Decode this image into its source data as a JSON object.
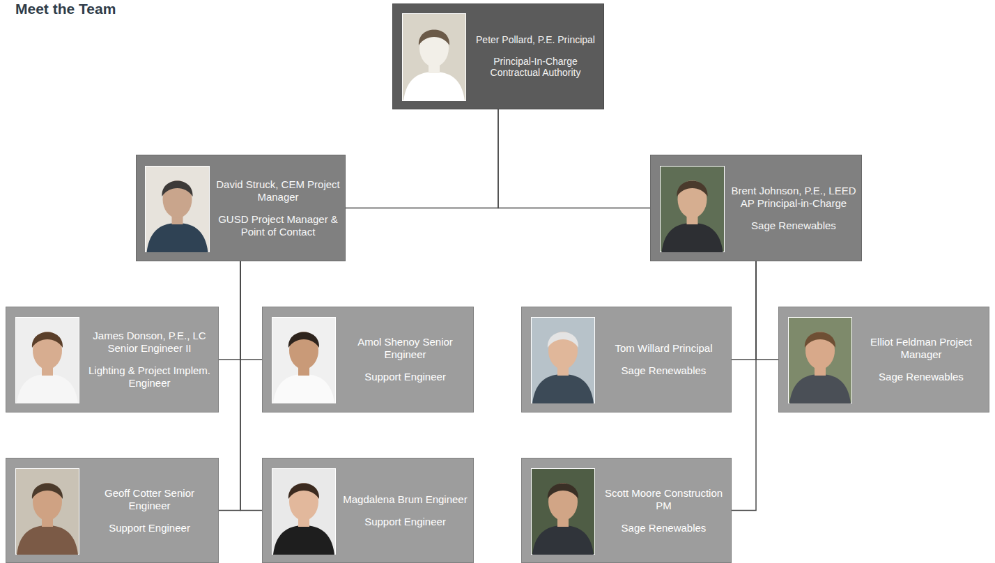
{
  "diagram": {
    "title": "Meet the Team",
    "nodes": [
      {
        "text": [
          "Peter Pollard, P.E. Principal",
          "Principal-In-Charge Contractual Authority"
        ]
      },
      {
        "text": [
          "David Struck, CEM Project Manager",
          "GUSD Project Manager & Point of Contact"
        ]
      },
      {
        "text": [
          "Brent Johnson, P.E., LEED AP Principal-in-Charge",
          "Sage Renewables"
        ]
      },
      {
        "text": [
          "James Donson, P.E., LC Senior Engineer II",
          "Lighting & Project Implem. Engineer"
        ]
      },
      {
        "text": [
          "Amol Shenoy Senior Engineer",
          "Support Engineer"
        ]
      },
      {
        "text": [
          "Tom Willard Principal",
          "Sage Renewables"
        ]
      },
      {
        "text": [
          "Elliot Feldman Project Manager",
          "Sage Renewables"
        ]
      },
      {
        "text": [
          "Geoff Cotter Senior Engineer",
          "Support Engineer"
        ]
      },
      {
        "text": [
          "Magdalena Brum Engineer",
          "Support Engineer"
        ]
      },
      {
        "text": [
          "Scott Moore Construction PM",
          "Sage Renewables"
        ]
      }
    ],
    "edges": [
      {
        "from": 0,
        "to": 1,
        "arrow": "none"
      },
      {
        "from": 0,
        "to": 2,
        "arrow": "none"
      },
      {
        "from": 1,
        "to": 3,
        "arrow": "none"
      },
      {
        "from": 1,
        "to": 4,
        "arrow": "none"
      },
      {
        "from": 1,
        "to": 7,
        "arrow": "none"
      },
      {
        "from": 1,
        "to": 8,
        "arrow": "none"
      },
      {
        "from": 2,
        "to": 5,
        "arrow": "none"
      },
      {
        "from": 2,
        "to": 6,
        "arrow": "none"
      },
      {
        "from": 2,
        "to": 9,
        "arrow": "none"
      }
    ]
  }
}
